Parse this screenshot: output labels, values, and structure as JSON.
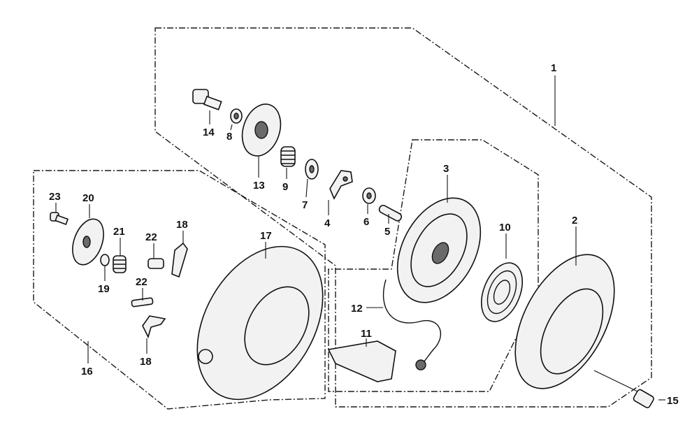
{
  "assemblies": {
    "main_group_label": "1",
    "sub_group_label": "16"
  },
  "parts": [
    {
      "id": "p1",
      "label": "1"
    },
    {
      "id": "p2",
      "label": "2"
    },
    {
      "id": "p3",
      "label": "3"
    },
    {
      "id": "p4",
      "label": "4"
    },
    {
      "id": "p5",
      "label": "5"
    },
    {
      "id": "p6",
      "label": "6"
    },
    {
      "id": "p7",
      "label": "7"
    },
    {
      "id": "p8",
      "label": "8"
    },
    {
      "id": "p9",
      "label": "9"
    },
    {
      "id": "p10",
      "label": "10"
    },
    {
      "id": "p11",
      "label": "11"
    },
    {
      "id": "p12",
      "label": "12"
    },
    {
      "id": "p13",
      "label": "13"
    },
    {
      "id": "p14",
      "label": "14"
    },
    {
      "id": "p15",
      "label": "15"
    },
    {
      "id": "p16",
      "label": "16"
    },
    {
      "id": "p17",
      "label": "17"
    },
    {
      "id": "p18a",
      "label": "18"
    },
    {
      "id": "p18b",
      "label": "18"
    },
    {
      "id": "p19",
      "label": "19"
    },
    {
      "id": "p20",
      "label": "20"
    },
    {
      "id": "p21",
      "label": "21"
    },
    {
      "id": "p22a",
      "label": "22"
    },
    {
      "id": "p22b",
      "label": "22"
    },
    {
      "id": "p23",
      "label": "23"
    }
  ]
}
